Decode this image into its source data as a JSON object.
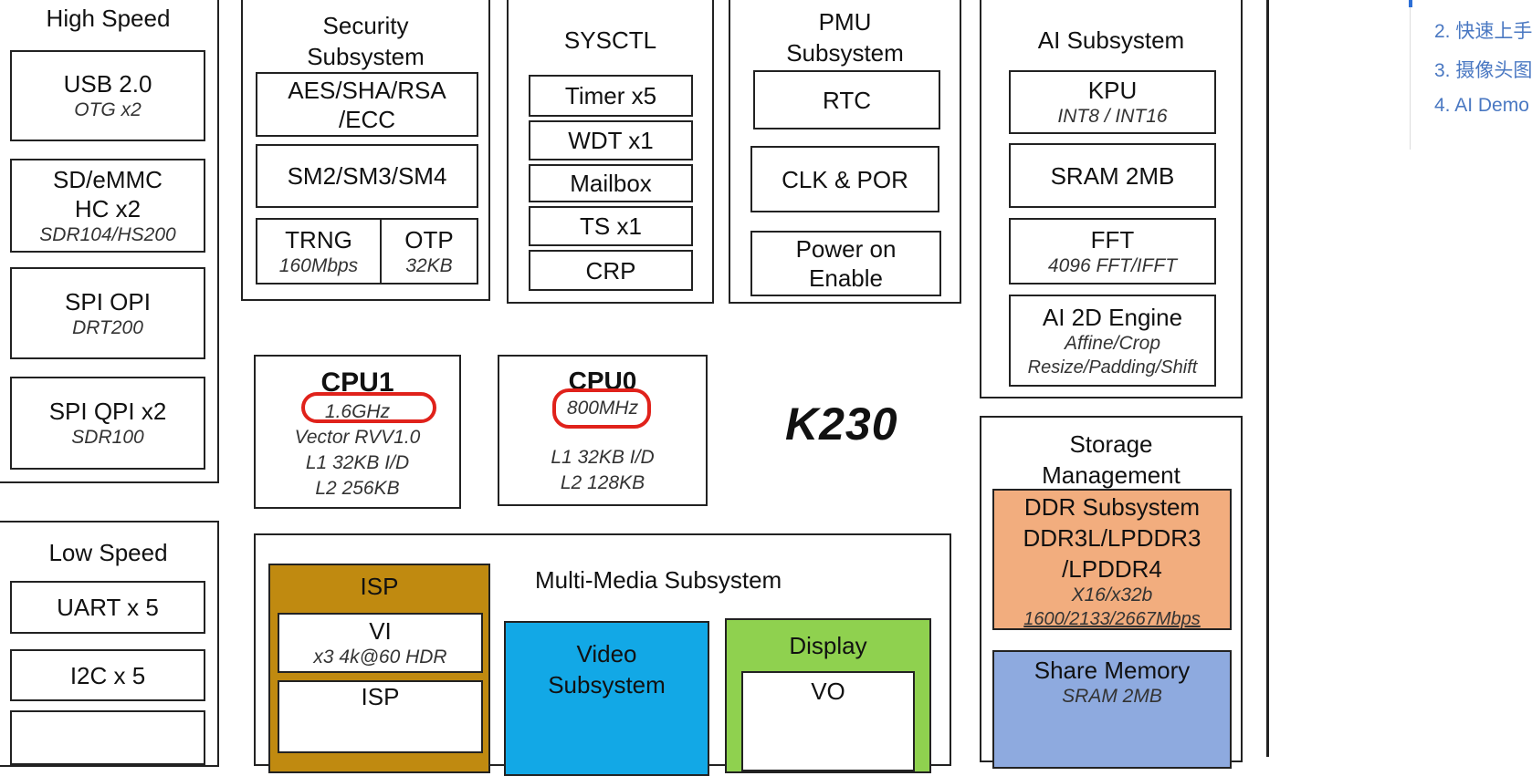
{
  "title": "K230",
  "high_speed": {
    "title": "High Speed",
    "items": [
      {
        "name": "USB 2.0",
        "detail": "OTG x2"
      },
      {
        "name": "SD/eMMC",
        "name2": "HC x2",
        "detail": "SDR104/HS200"
      },
      {
        "name": "SPI OPI",
        "detail": "DRT200"
      },
      {
        "name": "SPI QPI x2",
        "detail": "SDR100"
      }
    ]
  },
  "security": {
    "title_line1": "Security",
    "title_line2": "Subsystem",
    "aes_line1": "AES/SHA/RSA",
    "aes_line2": "/ECC",
    "sm": "SM2/SM3/SM4",
    "trng": "TRNG",
    "trng_detail": "160Mbps",
    "otp": "OTP",
    "otp_detail": "32KB"
  },
  "sysctl": {
    "title": "SYSCTL",
    "items": [
      "Timer x5",
      "WDT x1",
      "Mailbox",
      "TS x1",
      "CRP"
    ]
  },
  "pmu": {
    "title_line1": "PMU",
    "title_line2": "Subsystem",
    "rtc": "RTC",
    "clk": "CLK & POR",
    "power_line1": "Power on",
    "power_line2": "Enable"
  },
  "ai": {
    "title": "AI Subsystem",
    "kpu": "KPU",
    "kpu_detail": "INT8 / INT16",
    "sram": "SRAM 2MB",
    "fft": "FFT",
    "fft_detail": "4096 FFT/IFFT",
    "engine": "AI 2D Engine",
    "engine_detail1": "Affine/Crop",
    "engine_detail2": "Resize/Padding/Shift"
  },
  "cpu1": {
    "title": "CPU1",
    "freq": "1.6GHz",
    "line1": "Vector RVV1.0",
    "line2": "L1 32KB I/D",
    "line3": "L2 256KB"
  },
  "cpu0": {
    "title": "CPU0",
    "freq": "800MHz",
    "line1": "L1 32KB I/D",
    "line2": "L2 128KB"
  },
  "storage": {
    "title_line1": "Storage",
    "title_line2": "Management",
    "ddr_line1": "DDR Subsystem",
    "ddr_line2": "DDR3L/LPDDR3",
    "ddr_line3": "/LPDDR4",
    "ddr_detail1": "X16/x32b",
    "ddr_detail2": "1600/2133/2667Mbps",
    "share": "Share Memory",
    "share_detail": "SRAM 2MB"
  },
  "low_speed": {
    "title": "Low Speed",
    "items": [
      "UART x 5",
      "I2C x 5"
    ]
  },
  "multimedia": {
    "title": "Multi-Media Subsystem",
    "isp_title": "ISP",
    "vi": "VI",
    "vi_detail": "x3 4k@60 HDR",
    "isp": "ISP",
    "video_line1": "Video",
    "video_line2": "Subsystem",
    "display": "Display",
    "vo": "VO"
  },
  "toc": {
    "items": [
      "2. 快速上手",
      "3. 摄像头图",
      "4. AI Demo"
    ]
  },
  "colors": {
    "isp": "#c08a10",
    "video": "#12a8e6",
    "display": "#8fd14f",
    "ddr": "#f2ad7e",
    "share": "#8eaadf",
    "highlight": "#e0221b",
    "toc_link": "#4a78c2"
  }
}
